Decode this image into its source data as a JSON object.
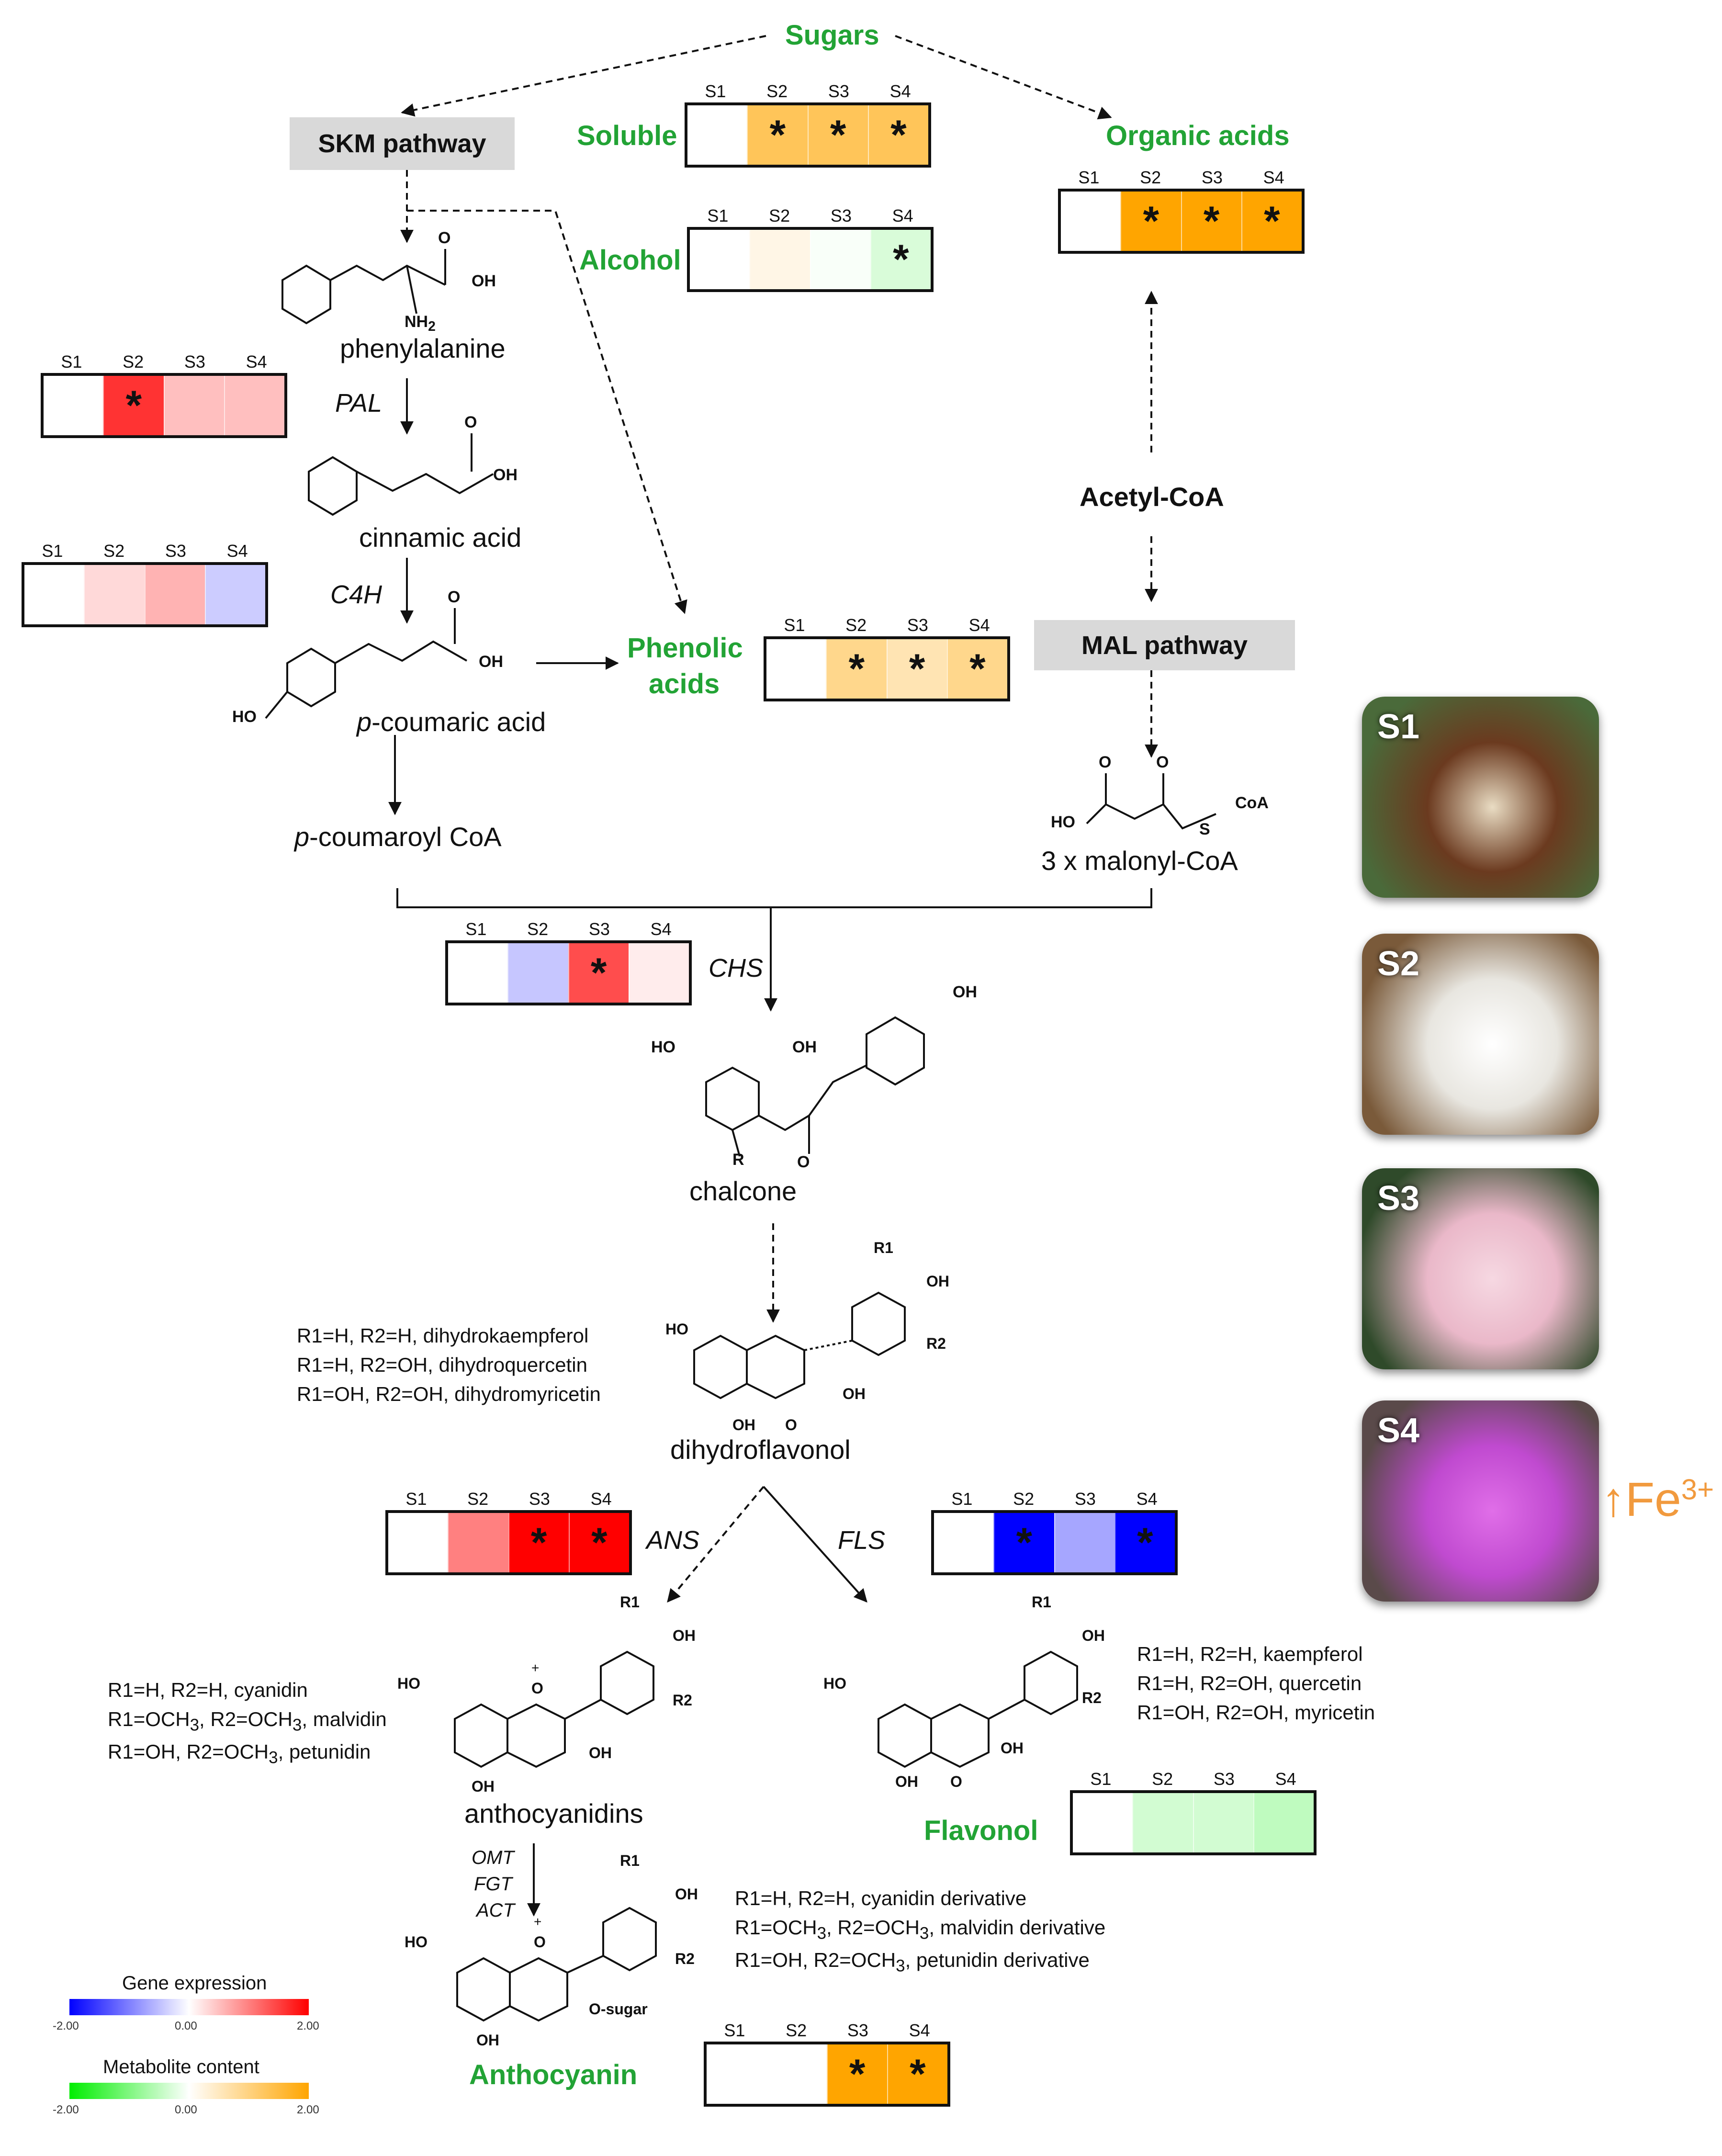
{
  "labels": {
    "sugars": "Sugars",
    "soluble": "Soluble",
    "alcohol": "Alcohol",
    "organic_acids": "Organic acids",
    "phenolic_acids_line1": "Phenolic",
    "phenolic_acids_line2": "acids",
    "acetyl_coa": "Acetyl-CoA",
    "flavonol": "Flavonol",
    "anthocyanin": "Anthocyanin"
  },
  "pathways": {
    "skm": "SKM pathway",
    "mal": "MAL pathway"
  },
  "compounds": {
    "phenylalanine": "phenylalanine",
    "cinnamic_acid": "cinnamic acid",
    "p_coumaric_prefix": "p",
    "p_coumaric_rest": "-coumaric acid",
    "p_coumaroyl_prefix": "p",
    "p_coumaroyl_rest": "-coumaroyl CoA",
    "malonyl_coa": "3 x malonyl-CoA",
    "chalcone": "chalcone",
    "dihydroflavonol": "dihydroflavonol",
    "anthocyanidins": "anthocyanidins"
  },
  "enzymes": {
    "pal": "PAL",
    "c4h": "C4H",
    "chs": "CHS",
    "ans": "ANS",
    "fls": "FLS",
    "omt": "OMT",
    "fgt": "FGT",
    "act": "ACT"
  },
  "notes": {
    "dihydroflavonol": [
      "R1=H, R2=H, dihydrokaempferol",
      "R1=H, R2=OH, dihydroquercetin",
      "R1=OH, R2=OH, dihydromyricetin"
    ],
    "anthocyanidins": [
      "R1=H, R2=H, cyanidin",
      "R1=OCH3, R2=OCH3, malvidin",
      "R1=OH, R2=OCH3, petunidin"
    ],
    "flavonols": [
      "R1=H, R2=H, kaempferol",
      "R1=H, R2=OH, quercetin",
      "R1=OH, R2=OH, myricetin"
    ],
    "anthocyanins": [
      "R1=H, R2=H, cyanidin derivative",
      "R1=OCH3, R2=OCH3, malvidin derivative",
      "R1=OH, R2=OCH3, petunidin derivative"
    ]
  },
  "chem_atoms": {
    "oh": "OH",
    "o": "O",
    "nh2": "NH2",
    "ho": "HO",
    "r": "R",
    "r1": "R1",
    "r2": "R2",
    "coa": "CoA",
    "s": "S",
    "o_sugar": "O-sugar",
    "plus": "+"
  },
  "heatmaps": {
    "stages": [
      "S1",
      "S2",
      "S3",
      "S4"
    ],
    "soluble": {
      "kind": "metabolite",
      "values": [
        0.0,
        1.3,
        1.3,
        1.3
      ],
      "significant": [
        false,
        true,
        true,
        true
      ]
    },
    "alcohol": {
      "kind": "metabolite",
      "values": [
        0.0,
        0.2,
        -0.05,
        -0.3
      ],
      "significant": [
        false,
        false,
        false,
        true
      ]
    },
    "organic_acids": {
      "kind": "metabolite",
      "values": [
        0.0,
        2.0,
        2.0,
        2.0
      ],
      "significant": [
        false,
        true,
        true,
        true
      ]
    },
    "pal": {
      "kind": "gene",
      "values": [
        0.0,
        1.6,
        0.5,
        0.5
      ],
      "significant": [
        false,
        true,
        false,
        false
      ]
    },
    "c4h": {
      "kind": "gene",
      "values": [
        0.0,
        0.3,
        0.6,
        -0.4
      ],
      "significant": [
        false,
        false,
        false,
        false
      ]
    },
    "phenolic_acids": {
      "kind": "metabolite",
      "values": [
        0.0,
        0.9,
        0.6,
        0.9
      ],
      "significant": [
        false,
        true,
        true,
        true
      ]
    },
    "chs": {
      "kind": "gene",
      "values": [
        0.0,
        -0.45,
        1.4,
        0.15
      ],
      "significant": [
        false,
        false,
        true,
        false
      ]
    },
    "ans": {
      "kind": "gene",
      "values": [
        0.0,
        1.0,
        2.0,
        2.0
      ],
      "significant": [
        false,
        false,
        true,
        true
      ]
    },
    "fls": {
      "kind": "gene",
      "values": [
        0.0,
        -2.0,
        -0.7,
        -2.0
      ],
      "significant": [
        false,
        true,
        false,
        true
      ]
    },
    "flavonol": {
      "kind": "metabolite",
      "values": [
        0.0,
        -0.35,
        -0.35,
        -0.5
      ],
      "significant": [
        false,
        false,
        false,
        false
      ]
    },
    "anthocyanin": {
      "kind": "metabolite",
      "values": [
        0.0,
        0.0,
        2.0,
        2.0
      ],
      "significant": [
        false,
        false,
        true,
        true
      ]
    }
  },
  "legend": {
    "gene_title": "Gene expression",
    "metabolite_title": "Metabolite content",
    "ticks": [
      "-2.00",
      "0.00",
      "2.00"
    ],
    "gene_colors": [
      "#0000ff",
      "#ffffff",
      "#ff0000"
    ],
    "metabolite_colors": [
      "#00ee00",
      "#ffffff",
      "#ffa500"
    ]
  },
  "photos": [
    {
      "tag": "S1",
      "colors": [
        "#4a6a3a",
        "#6b3a1f",
        "#e9dcc3"
      ]
    },
    {
      "tag": "S2",
      "colors": [
        "#7a5a3a",
        "#e8e6e0",
        "#ffffff"
      ]
    },
    {
      "tag": "S3",
      "colors": [
        "#2f4a2a",
        "#eab8c9",
        "#f6d8e2"
      ]
    },
    {
      "tag": "S4",
      "colors": [
        "#5a4a4a",
        "#c04ad0",
        "#e06ee8"
      ]
    }
  ],
  "fe": {
    "arrow": "↑",
    "label": "Fe",
    "sup": "3+"
  },
  "significance_mark": "*"
}
